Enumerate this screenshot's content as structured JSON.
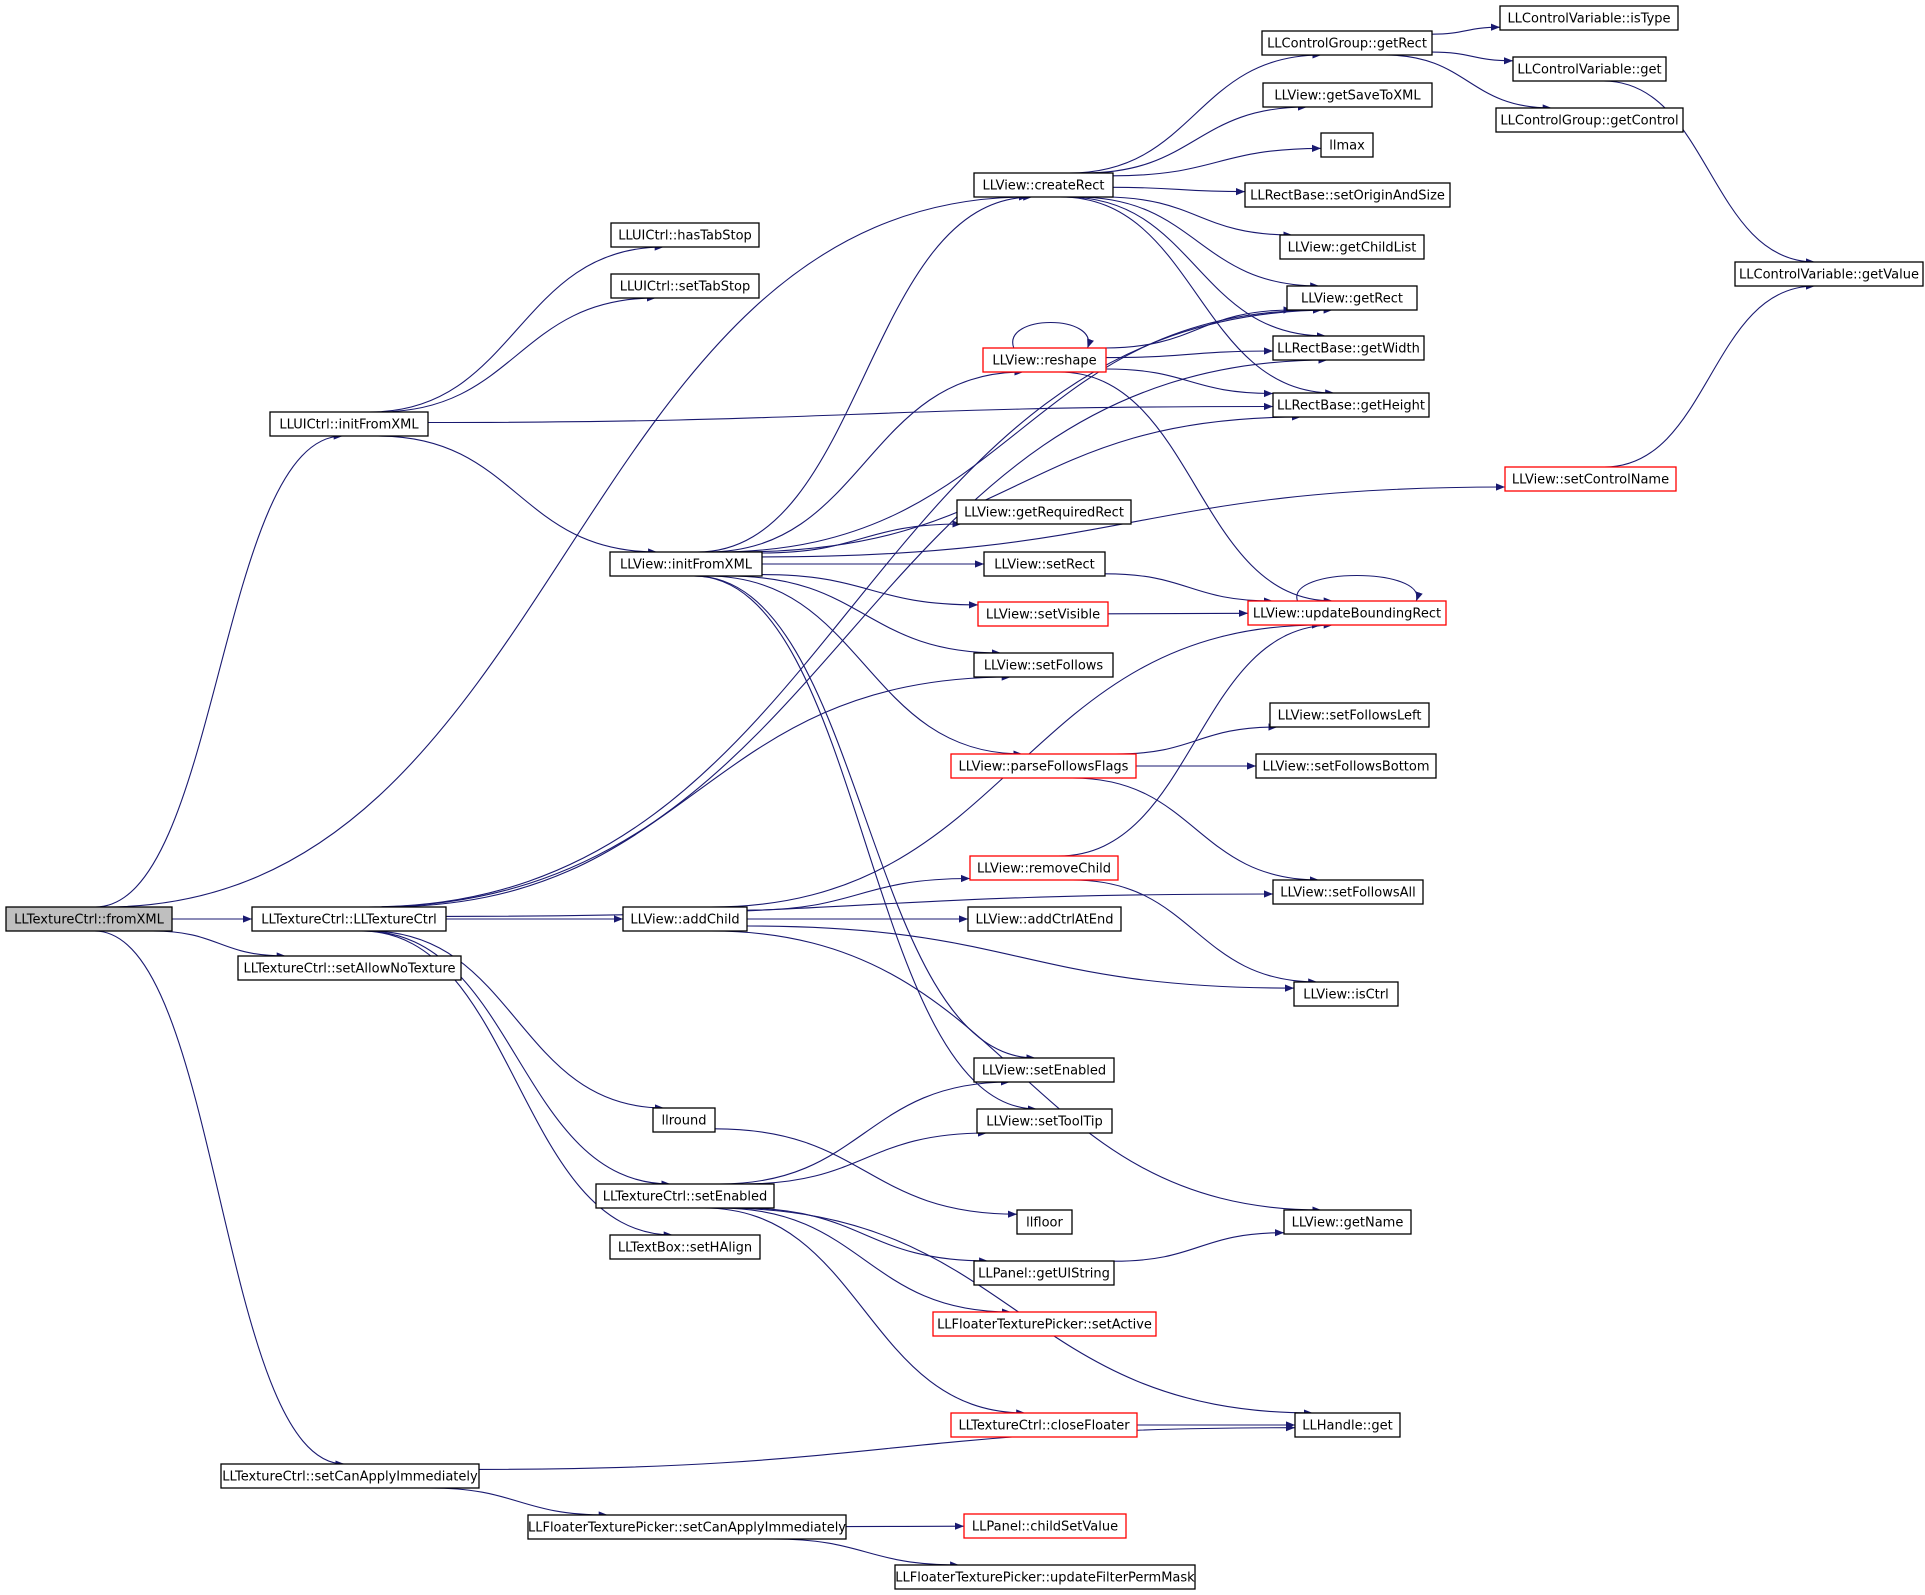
{
  "diagram": {
    "type": "call-graph",
    "colors": {
      "edge": "#191970",
      "border_normal": "#000000",
      "border_truncated": "#ff0000",
      "fill_root": "#bfbfbf",
      "fill_normal": "#ffffff"
    },
    "nodes": [
      {
        "id": "fromXML",
        "label": "LLTextureCtrl::fromXML",
        "style": "root"
      },
      {
        "id": "ctor",
        "label": "LLTextureCtrl::LLTextureCtrl",
        "style": "normal"
      },
      {
        "id": "setAllowNoTexture",
        "label": "LLTextureCtrl::setAllowNoTexture",
        "style": "normal"
      },
      {
        "id": "uiInitFromXML",
        "label": "LLUICtrl::initFromXML",
        "style": "normal"
      },
      {
        "id": "setCanApplyImmediately",
        "label": "LLTextureCtrl::setCanApplyImmediately",
        "style": "normal"
      },
      {
        "id": "hasTabStop",
        "label": "LLUICtrl::hasTabStop",
        "style": "normal"
      },
      {
        "id": "setTabStop",
        "label": "LLUICtrl::setTabStop",
        "style": "normal"
      },
      {
        "id": "viewInitFromXML",
        "label": "LLView::initFromXML",
        "style": "normal"
      },
      {
        "id": "addChild",
        "label": "LLView::addChild",
        "style": "normal"
      },
      {
        "id": "llround",
        "label": "llround",
        "style": "normal"
      },
      {
        "id": "texSetEnabled",
        "label": "LLTextureCtrl::setEnabled",
        "style": "normal"
      },
      {
        "id": "setHAlign",
        "label": "LLTextBox::setHAlign",
        "style": "normal"
      },
      {
        "id": "pickerSetCanApply",
        "label": "LLFloaterTexturePicker::setCanApplyImmediately",
        "style": "normal"
      },
      {
        "id": "updateFilterPermMask",
        "label": "LLFloaterTexturePicker::updateFilterPermMask",
        "style": "normal"
      },
      {
        "id": "createRect",
        "label": "LLView::createRect",
        "style": "normal"
      },
      {
        "id": "reshape",
        "label": "LLView::reshape",
        "style": "truncated"
      },
      {
        "id": "getRequiredRect",
        "label": "LLView::getRequiredRect",
        "style": "normal"
      },
      {
        "id": "setRect",
        "label": "LLView::setRect",
        "style": "normal"
      },
      {
        "id": "setVisible",
        "label": "LLView::setVisible",
        "style": "truncated"
      },
      {
        "id": "setFollows",
        "label": "LLView::setFollows",
        "style": "normal"
      },
      {
        "id": "parseFollowsFlags",
        "label": "LLView::parseFollowsFlags",
        "style": "truncated"
      },
      {
        "id": "removeChild",
        "label": "LLView::removeChild",
        "style": "truncated"
      },
      {
        "id": "addCtrlAtEnd",
        "label": "LLView::addCtrlAtEnd",
        "style": "normal"
      },
      {
        "id": "viewSetEnabled",
        "label": "LLView::setEnabled",
        "style": "normal"
      },
      {
        "id": "setToolTip",
        "label": "LLView::setToolTip",
        "style": "normal"
      },
      {
        "id": "llfloor",
        "label": "llfloor",
        "style": "normal"
      },
      {
        "id": "getUIString",
        "label": "LLPanel::getUIString",
        "style": "normal"
      },
      {
        "id": "pickerSetActive",
        "label": "LLFloaterTexturePicker::setActive",
        "style": "truncated"
      },
      {
        "id": "closeFloater",
        "label": "LLTextureCtrl::closeFloater",
        "style": "truncated"
      },
      {
        "id": "childSetValue",
        "label": "LLPanel::childSetValue",
        "style": "truncated"
      },
      {
        "id": "cgGetRect",
        "label": "LLControlGroup::getRect",
        "style": "normal"
      },
      {
        "id": "getSaveToXML",
        "label": "LLView::getSaveToXML",
        "style": "normal"
      },
      {
        "id": "llmax",
        "label": "llmax",
        "style": "normal"
      },
      {
        "id": "setOriginAndSize",
        "label": "LLRectBase::setOriginAndSize",
        "style": "normal"
      },
      {
        "id": "getChildList",
        "label": "LLView::getChildList",
        "style": "normal"
      },
      {
        "id": "viewGetRect",
        "label": "LLView::getRect",
        "style": "normal"
      },
      {
        "id": "getWidth",
        "label": "LLRectBase::getWidth",
        "style": "normal"
      },
      {
        "id": "getHeight",
        "label": "LLRectBase::getHeight",
        "style": "normal"
      },
      {
        "id": "updateBoundingRect",
        "label": "LLView::updateBoundingRect",
        "style": "truncated"
      },
      {
        "id": "setFollowsLeft",
        "label": "LLView::setFollowsLeft",
        "style": "normal"
      },
      {
        "id": "setFollowsBottom",
        "label": "LLView::setFollowsBottom",
        "style": "normal"
      },
      {
        "id": "setFollowsAll",
        "label": "LLView::setFollowsAll",
        "style": "normal"
      },
      {
        "id": "isCtrl",
        "label": "LLView::isCtrl",
        "style": "normal"
      },
      {
        "id": "getName",
        "label": "LLView::getName",
        "style": "normal"
      },
      {
        "id": "handleGet",
        "label": "LLHandle::get",
        "style": "normal"
      },
      {
        "id": "isType",
        "label": "LLControlVariable::isType",
        "style": "normal"
      },
      {
        "id": "cvGet",
        "label": "LLControlVariable::get",
        "style": "normal"
      },
      {
        "id": "getControl",
        "label": "LLControlGroup::getControl",
        "style": "normal"
      },
      {
        "id": "getValue",
        "label": "LLControlVariable::getValue",
        "style": "normal"
      },
      {
        "id": "setControlName",
        "label": "LLView::setControlName",
        "style": "truncated"
      }
    ],
    "edges": [
      [
        "fromXML",
        "ctor"
      ],
      [
        "fromXML",
        "setAllowNoTexture"
      ],
      [
        "fromXML",
        "uiInitFromXML"
      ],
      [
        "fromXML",
        "setCanApplyImmediately"
      ],
      [
        "fromXML",
        "createRect"
      ],
      [
        "uiInitFromXML",
        "hasTabStop"
      ],
      [
        "uiInitFromXML",
        "setTabStop"
      ],
      [
        "uiInitFromXML",
        "viewInitFromXML"
      ],
      [
        "uiInitFromXML",
        "getHeight"
      ],
      [
        "ctor",
        "addChild"
      ],
      [
        "ctor",
        "llround"
      ],
      [
        "ctor",
        "texSetEnabled"
      ],
      [
        "ctor",
        "setHAlign"
      ],
      [
        "ctor",
        "setFollows"
      ],
      [
        "ctor",
        "viewGetRect"
      ],
      [
        "ctor",
        "getWidth"
      ],
      [
        "ctor",
        "setFollowsAll"
      ],
      [
        "viewInitFromXML",
        "createRect"
      ],
      [
        "viewInitFromXML",
        "reshape"
      ],
      [
        "viewInitFromXML",
        "getRequiredRect"
      ],
      [
        "viewInitFromXML",
        "setRect"
      ],
      [
        "viewInitFromXML",
        "setVisible"
      ],
      [
        "viewInitFromXML",
        "setFollows"
      ],
      [
        "viewInitFromXML",
        "parseFollowsFlags"
      ],
      [
        "viewInitFromXML",
        "viewSetEnabled"
      ],
      [
        "viewInitFromXML",
        "setToolTip"
      ],
      [
        "viewInitFromXML",
        "setControlName"
      ],
      [
        "viewInitFromXML",
        "viewGetRect"
      ],
      [
        "viewInitFromXML",
        "getHeight"
      ],
      [
        "createRect",
        "cgGetRect"
      ],
      [
        "createRect",
        "getSaveToXML"
      ],
      [
        "createRect",
        "llmax"
      ],
      [
        "createRect",
        "setOriginAndSize"
      ],
      [
        "createRect",
        "getChildList"
      ],
      [
        "createRect",
        "viewGetRect"
      ],
      [
        "createRect",
        "getWidth"
      ],
      [
        "createRect",
        "getHeight"
      ],
      [
        "cgGetRect",
        "isType"
      ],
      [
        "cgGetRect",
        "cvGet"
      ],
      [
        "cgGetRect",
        "getControl"
      ],
      [
        "cvGet",
        "getValue"
      ],
      [
        "setControlName",
        "getValue"
      ],
      [
        "reshape",
        "reshape"
      ],
      [
        "reshape",
        "viewGetRect"
      ],
      [
        "reshape",
        "getWidth"
      ],
      [
        "reshape",
        "getHeight"
      ],
      [
        "reshape",
        "updateBoundingRect"
      ],
      [
        "setRect",
        "updateBoundingRect"
      ],
      [
        "setVisible",
        "updateBoundingRect"
      ],
      [
        "updateBoundingRect",
        "updateBoundingRect"
      ],
      [
        "parseFollowsFlags",
        "setFollowsLeft"
      ],
      [
        "parseFollowsFlags",
        "setFollowsBottom"
      ],
      [
        "parseFollowsFlags",
        "setFollowsAll"
      ],
      [
        "addChild",
        "removeChild"
      ],
      [
        "addChild",
        "addCtrlAtEnd"
      ],
      [
        "addChild",
        "isCtrl"
      ],
      [
        "addChild",
        "updateBoundingRect"
      ],
      [
        "addChild",
        "getName"
      ],
      [
        "removeChild",
        "updateBoundingRect"
      ],
      [
        "removeChild",
        "isCtrl"
      ],
      [
        "llround",
        "llfloor"
      ],
      [
        "texSetEnabled",
        "viewSetEnabled"
      ],
      [
        "texSetEnabled",
        "setToolTip"
      ],
      [
        "texSetEnabled",
        "getUIString"
      ],
      [
        "texSetEnabled",
        "pickerSetActive"
      ],
      [
        "texSetEnabled",
        "closeFloater"
      ],
      [
        "texSetEnabled",
        "handleGet"
      ],
      [
        "getUIString",
        "getName"
      ],
      [
        "closeFloater",
        "handleGet"
      ],
      [
        "setCanApplyImmediately",
        "pickerSetCanApply"
      ],
      [
        "setCanApplyImmediately",
        "handleGet"
      ],
      [
        "pickerSetCanApply",
        "childSetValue"
      ],
      [
        "pickerSetCanApply",
        "updateFilterPermMask"
      ]
    ]
  }
}
